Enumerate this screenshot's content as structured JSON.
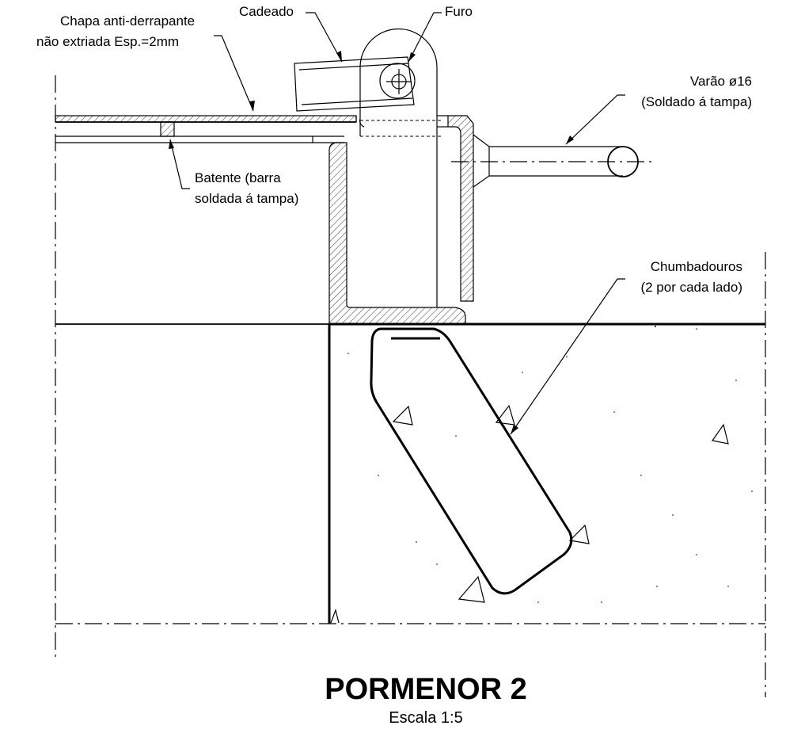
{
  "labels": {
    "chapa_line1": "Chapa anti-derrapante",
    "chapa_line2": "não extriada Esp.=2mm",
    "cadeado": "Cadeado",
    "furo": "Furo",
    "varao_line1": "Varão ø16",
    "varao_line2": "(Soldado á tampa)",
    "batente_line1": "Batente (barra",
    "batente_line2": "soldada á tampa)",
    "chumbadouros_line1": "Chumbadouros",
    "chumbadouros_line2": "(2 por cada lado)"
  },
  "title": "PORMENOR 2",
  "scale": "Escala 1:5"
}
